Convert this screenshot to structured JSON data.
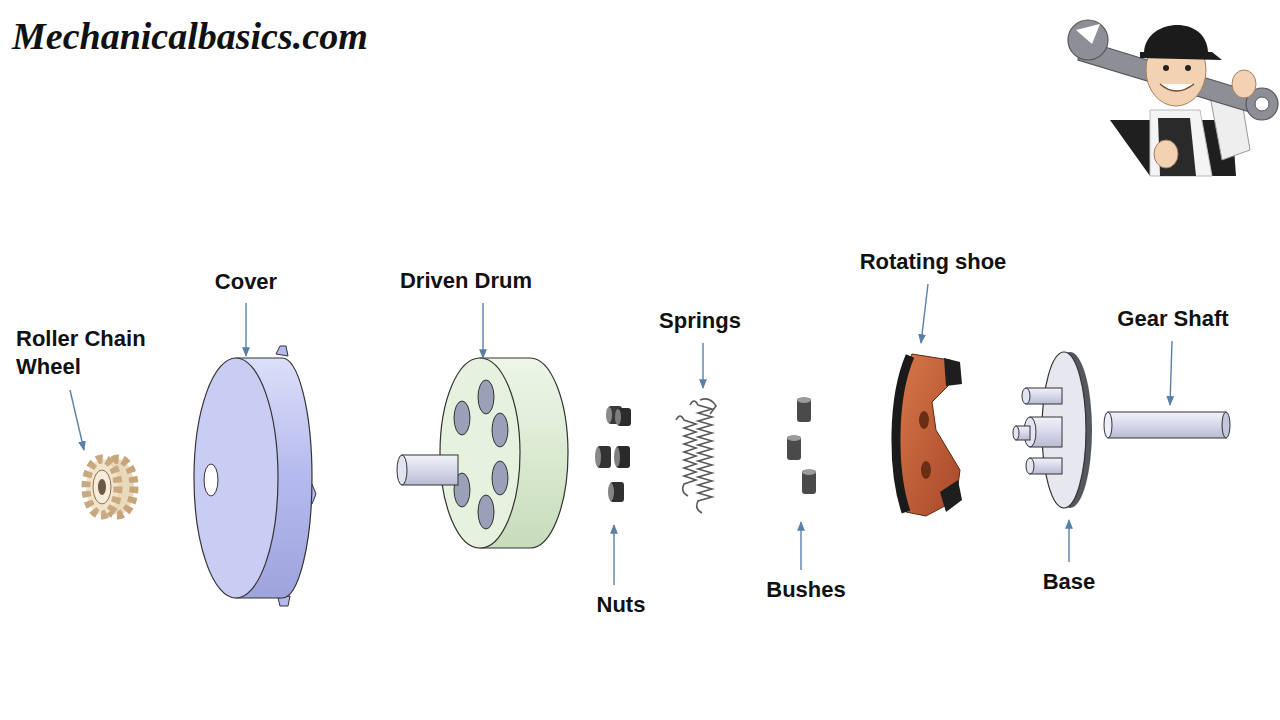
{
  "diagram": {
    "title": "Mechanicalbasics.com",
    "labels": [
      "Roller Chain Wheel",
      "Cover",
      "Driven Drum",
      "Nuts",
      "Springs",
      "Bushes",
      "Rotating shoe",
      "Base",
      "Gear Shaft"
    ]
  }
}
